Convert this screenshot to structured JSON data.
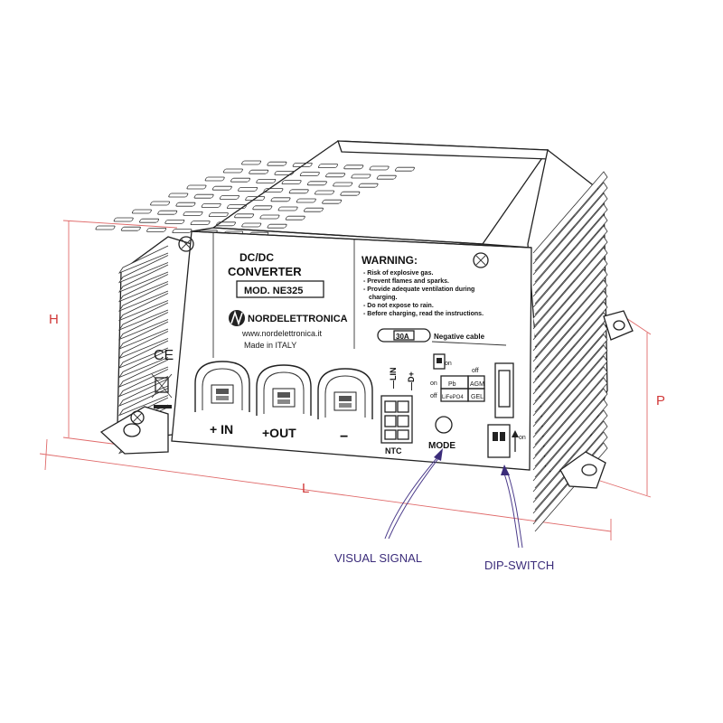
{
  "dimensions": {
    "height": "H",
    "length": "L",
    "depth": "P"
  },
  "front_label": {
    "line1": "DC/DC",
    "line2": "CONVERTER",
    "model": "MOD. NE325",
    "brand": "NORDELETTRONICA",
    "website": "www.nordelettronica.it",
    "origin": "Made in ITALY"
  },
  "marks": {
    "ce": "CE"
  },
  "terminals": {
    "in": "+ IN",
    "out": "+OUT",
    "neg": "−"
  },
  "connector_labels": {
    "lin": "—LIN",
    "dplus": "—D+",
    "ntc": "NTC",
    "mode": "MODE"
  },
  "warning": {
    "title": "WARNING:",
    "lines": [
      "- Risk of explosive gas.",
      "- Prevent flames and sparks.",
      "- Provide adequate ventilation during",
      "  charging.",
      "- Do not expose to rain.",
      "- Before charging, read the instructions."
    ],
    "fuse": "30A",
    "negative_cable": "Negative cable"
  },
  "selector_table": {
    "top_left": "on",
    "top_right": "off",
    "row1": [
      "Pb",
      "AGM"
    ],
    "row2": [
      "LiFePO4",
      "GEL"
    ],
    "row_on": "on",
    "row_off": "off",
    "switch_on": "on"
  },
  "callouts": {
    "visual_signal": "VISUAL SIGNAL",
    "dip_switch": "DIP-SWITCH"
  }
}
